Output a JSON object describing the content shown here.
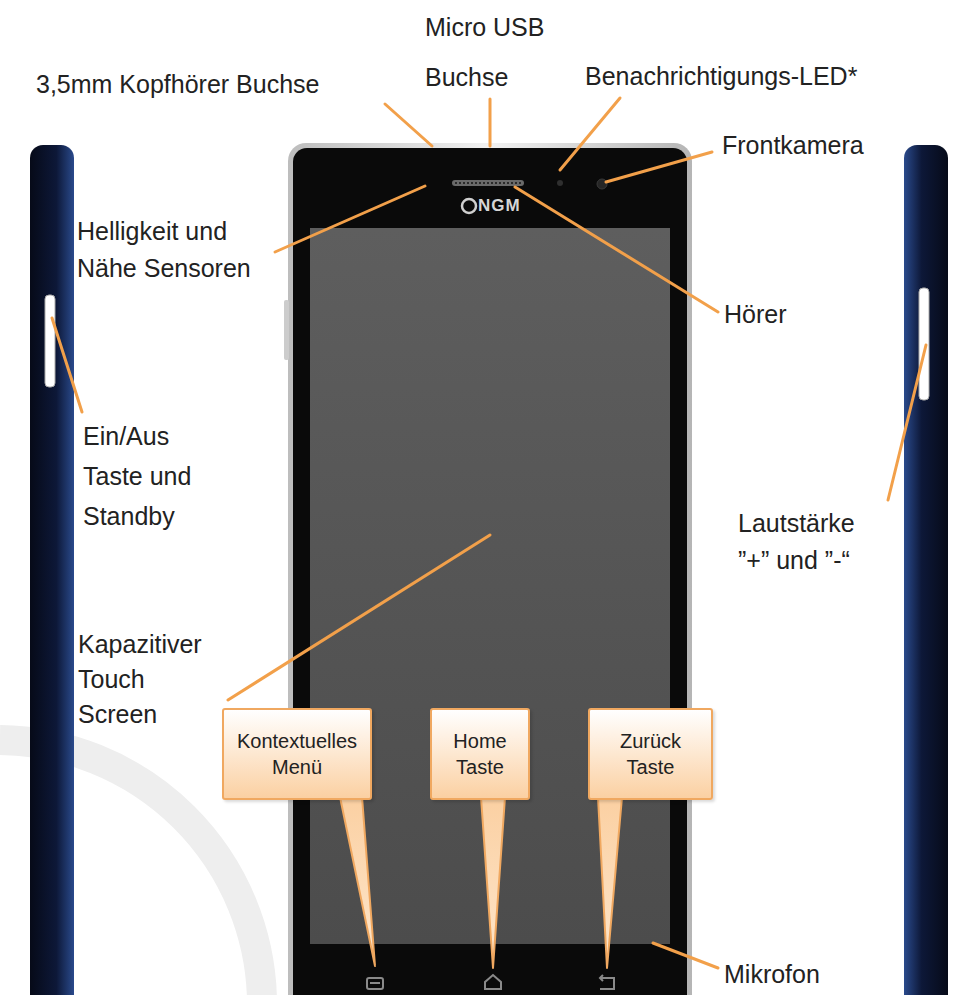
{
  "diagram": {
    "nodes": [
      {
        "text": [
          "Kontextuelles Menü"
        ]
      },
      {
        "text": [
          "Home Taste"
        ]
      },
      {
        "text": [
          "Zurück Taste"
        ]
      }
    ],
    "labels": [
      "Micro USB Buchse",
      "3,5mm Kopfhörer Buchse",
      "Benachrichtigungs-LED*",
      "Frontkamera",
      "Helligkeit und Nähe Sensoren",
      "NGM",
      "Hörer",
      "Ein/Aus Taste und Standby",
      "Lautstärke ”+” und ”-“",
      "Kapazitiver Touch Screen",
      "Mikrofon"
    ]
  }
}
